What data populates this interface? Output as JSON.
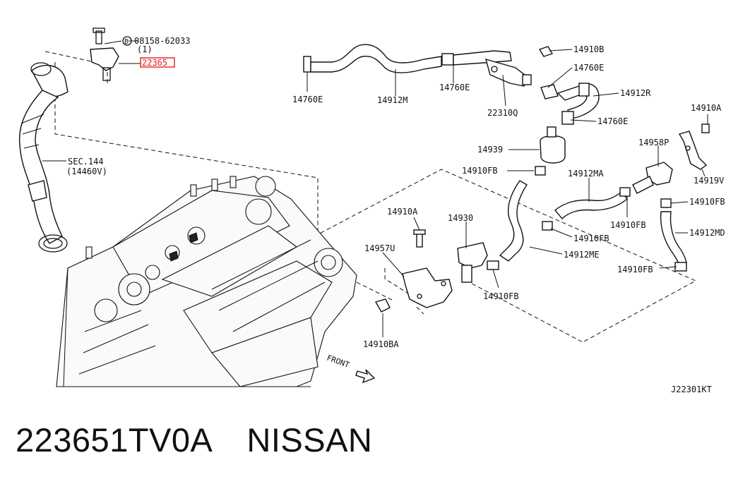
{
  "diagram": {
    "callouts": {
      "bolt_spec": "08158-62033",
      "bolt_qty": "(1)",
      "bolt_marker": "B",
      "highlighted_part": "22365",
      "sec_ref": "SEC.144",
      "sec_sub": "(14460V)",
      "p14760e_1": "14760E",
      "p14912m": "14912M",
      "p14760e_2": "14760E",
      "p14910b": "14910B",
      "p14760e_3": "14760E",
      "p14912r": "14912R",
      "p22310q": "22310Q",
      "p14760e_4": "14760E",
      "p14910a_top": "14910A",
      "p14939": "14939",
      "p14958p": "14958P",
      "p14910fb_1": "14910FB",
      "p14912ma": "14912MA",
      "p14919v": "14919V",
      "p14910fb_2": "14910FB",
      "p14910a_mid": "14910A",
      "p14930": "14930",
      "p14910fb_3": "14910FB",
      "p14910fb_4": "14910FB",
      "p14957u": "14957U",
      "p14912me": "14912ME",
      "p14912md": "14912MD",
      "p14910fb_5": "14910FB",
      "p14910fb_6": "14910FB",
      "p14910ba": "14910BA",
      "front": "FRONT",
      "diagram_id": "J22301KT"
    },
    "highlight_color": "#e0201f"
  },
  "caption": {
    "part_number": "223651TV0A",
    "brand": "NISSAN"
  }
}
